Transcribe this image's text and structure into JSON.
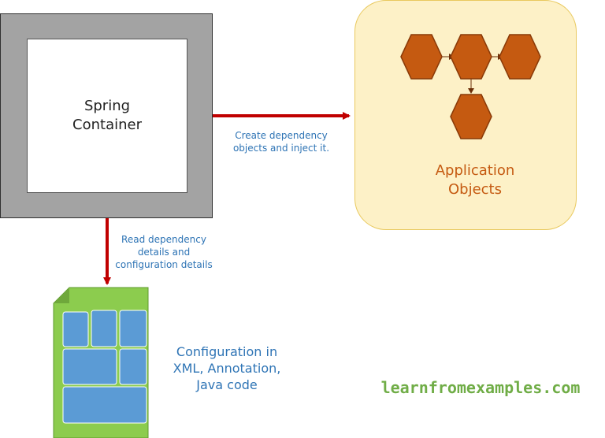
{
  "container": {
    "label": "Spring\nContainer"
  },
  "application": {
    "label": "Application\nObjects"
  },
  "edges": {
    "create_label": "Create dependency\nobjects and inject it.",
    "read_label": "Read dependency\ndetails and\nconfiguration details"
  },
  "config": {
    "label": "Configuration in\nXML, Annotation,\nJava code"
  },
  "watermark": "learnfromexamples.com",
  "colors": {
    "container_fill": "#a3a3a3",
    "app_fill": "#fdf1c7",
    "hexagon_fill": "#c55a11",
    "arrow": "#c00000",
    "doc_fill": "#8ccc4e",
    "doc_cells": "#5b9bd5",
    "link_text": "#2e74b5",
    "watermark": "#70ad47"
  }
}
